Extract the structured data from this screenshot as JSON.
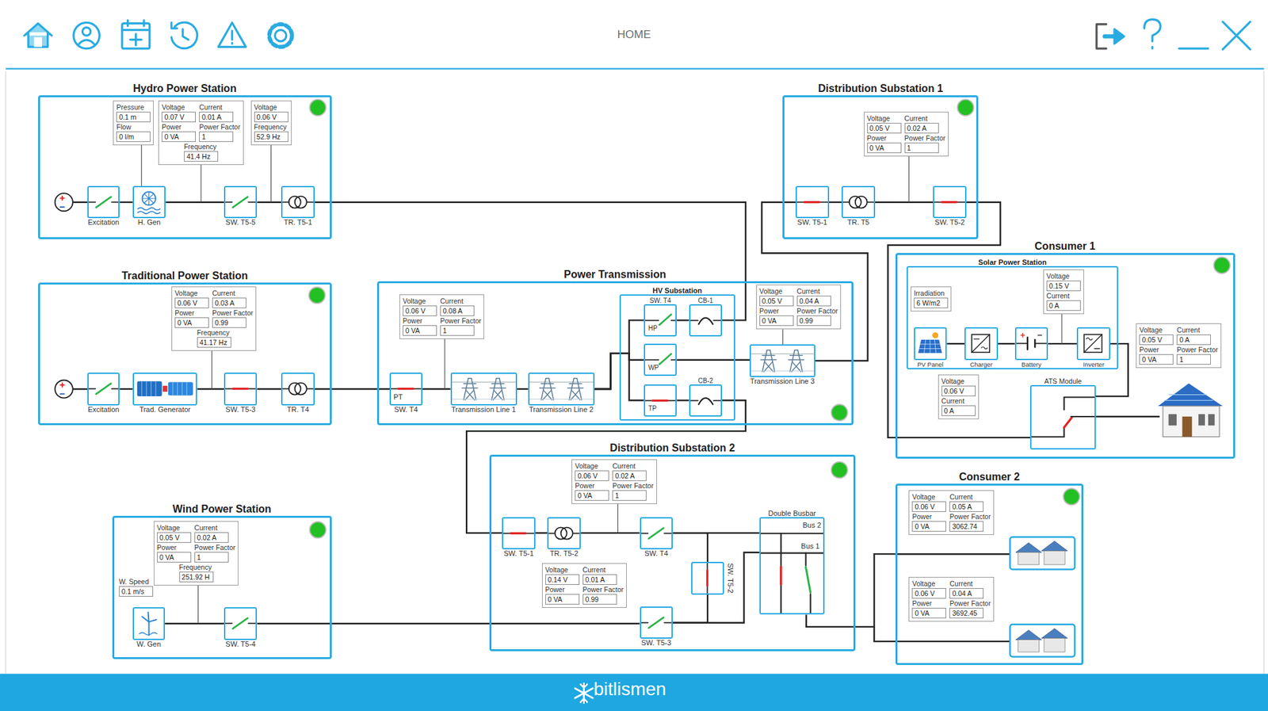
{
  "diagram": {
    "title": "HOME",
    "nodes": [
      {
        "text": [
          "Hydro Power Station"
        ]
      },
      {
        "text": [
          "Pressure",
          "0.1 m",
          "Flow",
          "0 l/m"
        ],
        "in": 0
      },
      {
        "text": [
          "Voltage",
          "0.07 V",
          "Current",
          "0.01 A",
          "Power",
          "0 VA",
          "Power Factor",
          "1",
          "Frequency",
          "41.4 Hz"
        ],
        "in": 0
      },
      {
        "text": [
          "Voltage",
          "0.06 V",
          "Frequency",
          "52.9 Hz"
        ],
        "in": 0
      },
      {
        "text": [
          "Excitation"
        ],
        "in": 0
      },
      {
        "text": [
          "H. Gen"
        ],
        "in": 0
      },
      {
        "text": [
          "SW. T5-5"
        ],
        "in": 0
      },
      {
        "text": [
          "TR. T5-1"
        ],
        "in": 0
      },
      {
        "text": [
          "Distribution Substation 1"
        ]
      },
      {
        "text": [
          "Voltage",
          "0.05 V",
          "Current",
          "0.02 A",
          "Power",
          "0 VA",
          "Power Factor",
          "1"
        ],
        "in": 8
      },
      {
        "text": [
          "SW. T5-1"
        ],
        "in": 8
      },
      {
        "text": [
          "TR. T5"
        ],
        "in": 8
      },
      {
        "text": [
          "SW. T5-2"
        ],
        "in": 8
      },
      {
        "text": [
          "Traditional Power Station"
        ]
      },
      {
        "text": [
          "Voltage",
          "0.06 V",
          "Current",
          "0.03 A",
          "Power",
          "0 VA",
          "Power Factor",
          "0.99",
          "Frequency",
          "41.17 Hz"
        ],
        "in": 13
      },
      {
        "text": [
          "Excitation"
        ],
        "in": 13
      },
      {
        "text": [
          "Trad. Generator"
        ],
        "in": 13
      },
      {
        "text": [
          "SW. T5-3"
        ],
        "in": 13
      },
      {
        "text": [
          "TR. T4"
        ],
        "in": 13
      },
      {
        "text": [
          "Power Transmission"
        ]
      },
      {
        "text": [
          "Voltage",
          "0.06 V",
          "Current",
          "0.08 A",
          "Power",
          "0 VA",
          "Power Factor",
          "1"
        ],
        "in": 19
      },
      {
        "text": [
          "PT",
          "SW. T4"
        ],
        "in": 19
      },
      {
        "text": [
          "Transmission Line 1"
        ],
        "in": 19
      },
      {
        "text": [
          "Transmission Line 2"
        ],
        "in": 19
      },
      {
        "text": [
          "HV Substation"
        ],
        "in": 19
      },
      {
        "text": [
          "SW. T4",
          "HP"
        ],
        "in": 24
      },
      {
        "text": [
          "CB-1"
        ],
        "in": 24
      },
      {
        "text": [
          "WP"
        ],
        "in": 24
      },
      {
        "text": [
          "TP"
        ],
        "in": 24
      },
      {
        "text": [
          "CB-2"
        ],
        "in": 24
      },
      {
        "text": [
          "Voltage",
          "0.05 V",
          "Current",
          "0.04 A",
          "Power",
          "0 VA",
          "Power Factor",
          "0.99"
        ],
        "in": 19
      },
      {
        "text": [
          "Transmission Line 3"
        ],
        "in": 19
      },
      {
        "text": [
          "Consumer 1"
        ]
      },
      {
        "text": [
          "Solar Power Station"
        ],
        "in": 32
      },
      {
        "text": [
          "Irradiation",
          "6 W/m2"
        ],
        "in": 33
      },
      {
        "text": [
          "Voltage",
          "0.15 V",
          "Current",
          "0 A"
        ],
        "in": 33
      },
      {
        "text": [
          "PV Panel"
        ],
        "in": 33
      },
      {
        "text": [
          "Charger"
        ],
        "in": 33
      },
      {
        "text": [
          "Battery"
        ],
        "in": 33
      },
      {
        "text": [
          "Inverter"
        ],
        "in": 33
      },
      {
        "text": [
          "Voltage",
          "0.06 V",
          "Current",
          "0 A"
        ],
        "in": 32
      },
      {
        "text": [
          "ATS Module"
        ],
        "in": 32
      },
      {
        "text": [
          "Voltage",
          "0.05 V",
          "Current",
          "0 A",
          "Power",
          "0 VA",
          "Power Factor",
          "1"
        ],
        "in": 32
      },
      {
        "text": [
          "Wind Power Station"
        ]
      },
      {
        "text": [
          "Voltage",
          "0.05 V",
          "Current",
          "0.02 A",
          "Power",
          "0 VA",
          "Power Factor",
          "1",
          "Frequency",
          "251.92 H"
        ],
        "in": 43
      },
      {
        "text": [
          "W. Speed",
          "0.1 m/s"
        ],
        "in": 43
      },
      {
        "text": [
          "W. Gen"
        ],
        "in": 43
      },
      {
        "text": [
          "SW. T5-4"
        ],
        "in": 43
      },
      {
        "text": [
          "Distribution Substation 2"
        ]
      },
      {
        "text": [
          "Voltage",
          "0.06 V",
          "Current",
          "0.02 A",
          "Power",
          "0 VA",
          "Power Factor",
          "1"
        ],
        "in": 48
      },
      {
        "text": [
          "SW. T5-1"
        ],
        "in": 48
      },
      {
        "text": [
          "TR. T5-2"
        ],
        "in": 48
      },
      {
        "text": [
          "SW. T4"
        ],
        "in": 48
      },
      {
        "text": [
          "Voltage",
          "0.14 V",
          "Current",
          "0.01 A",
          "Power",
          "0 VA",
          "Power Factor",
          "0.99"
        ],
        "in": 48
      },
      {
        "text": [
          "SW. T5-3"
        ],
        "in": 48
      },
      {
        "text": [
          "SW. T5-2"
        ],
        "in": 48
      },
      {
        "text": [
          "Double Busbar",
          "Bus 2",
          "Bus 1"
        ],
        "in": 48
      },
      {
        "text": [
          "Consumer 2"
        ]
      },
      {
        "text": [
          "Voltage",
          "0.06 V",
          "Current",
          "0.05 A",
          "Power",
          "0 VA",
          "Power Factor",
          "3062.74"
        ],
        "in": 57
      },
      {
        "text": [
          "Voltage",
          "0.06 V",
          "Current",
          "0.04 A",
          "Power",
          "0 VA",
          "Power Factor",
          "3692.45"
        ],
        "in": 57
      }
    ],
    "edges": [
      {
        "from": 4,
        "to": 5,
        "arrow": "none"
      },
      {
        "from": 5,
        "to": 6,
        "arrow": "none"
      },
      {
        "from": 6,
        "to": 7,
        "arrow": "none"
      },
      {
        "from": 7,
        "to": 26,
        "arrow": "none"
      },
      {
        "from": 10,
        "to": 11,
        "arrow": "none"
      },
      {
        "from": 11,
        "to": 12,
        "arrow": "none"
      },
      {
        "from": 31,
        "to": 10,
        "arrow": "none"
      },
      {
        "from": 12,
        "to": 41,
        "arrow": "none"
      },
      {
        "from": 15,
        "to": 16,
        "arrow": "none"
      },
      {
        "from": 16,
        "to": 17,
        "arrow": "none"
      },
      {
        "from": 17,
        "to": 18,
        "arrow": "none"
      },
      {
        "from": 18,
        "to": 21,
        "arrow": "none"
      },
      {
        "from": 21,
        "to": 22,
        "arrow": "none"
      },
      {
        "from": 22,
        "to": 23,
        "arrow": "none"
      },
      {
        "from": 23,
        "to": 25,
        "arrow": "none"
      },
      {
        "from": 23,
        "to": 27,
        "arrow": "none"
      },
      {
        "from": 23,
        "to": 28,
        "arrow": "none"
      },
      {
        "from": 25,
        "to": 26,
        "arrow": "none"
      },
      {
        "from": 28,
        "to": 29,
        "arrow": "none"
      },
      {
        "from": 27,
        "to": 31,
        "arrow": "none"
      },
      {
        "from": 29,
        "to": 50,
        "arrow": "none"
      },
      {
        "from": 36,
        "to": 37,
        "arrow": "none"
      },
      {
        "from": 37,
        "to": 38,
        "arrow": "none"
      },
      {
        "from": 38,
        "to": 39,
        "arrow": "none"
      },
      {
        "from": 39,
        "to": 41,
        "arrow": "none"
      },
      {
        "from": 46,
        "to": 47,
        "arrow": "none"
      },
      {
        "from": 47,
        "to": 54,
        "arrow": "none"
      },
      {
        "from": 50,
        "to": 51,
        "arrow": "none"
      },
      {
        "from": 51,
        "to": 52,
        "arrow": "none"
      },
      {
        "from": 52,
        "to": 56,
        "arrow": "none"
      },
      {
        "from": 52,
        "to": 55,
        "arrow": "none"
      },
      {
        "from": 54,
        "to": 55,
        "arrow": "none"
      },
      {
        "from": 54,
        "to": 56,
        "arrow": "none"
      },
      {
        "from": 56,
        "to": 57,
        "arrow": "none"
      }
    ],
    "labels": [
      "bitlismen"
    ]
  }
}
